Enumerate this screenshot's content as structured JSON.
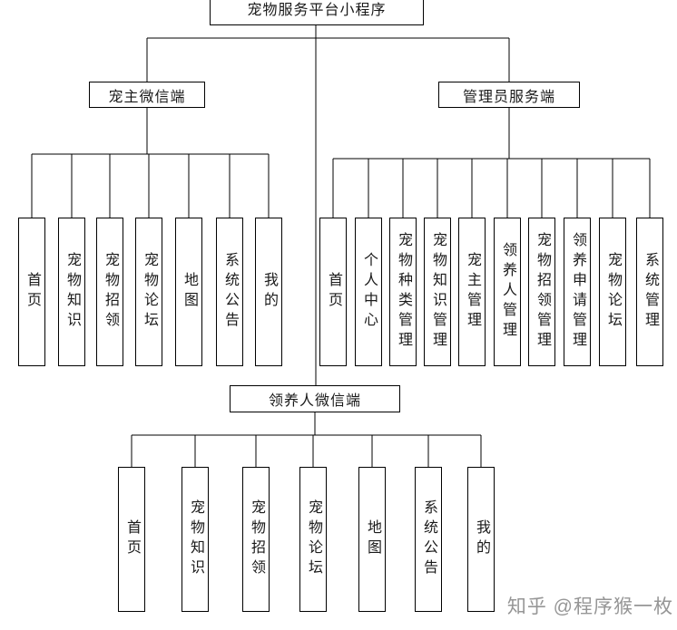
{
  "root": {
    "label": "宠物服务平台小程序"
  },
  "branches": {
    "owner": {
      "label": "宠主微信端",
      "children": [
        "首页",
        "宠物知识",
        "宠物招领",
        "宠物论坛",
        "地图",
        "系统公告",
        "我的"
      ]
    },
    "admin": {
      "label": "管理员服务端",
      "children": [
        "首页",
        "个人中心",
        "宠物种类管理",
        "宠物知识管理",
        "宠主管理",
        "领养人管理",
        "宠物招领管理",
        "领养申请管理",
        "宠物论坛",
        "系统管理"
      ]
    },
    "adopter": {
      "label": "领养人微信端",
      "children": [
        "首页",
        "宠物知识",
        "宠物招领",
        "宠物论坛",
        "地图",
        "系统公告",
        "我的"
      ]
    }
  },
  "watermark": {
    "text": "知乎 @程序猴一枚"
  }
}
